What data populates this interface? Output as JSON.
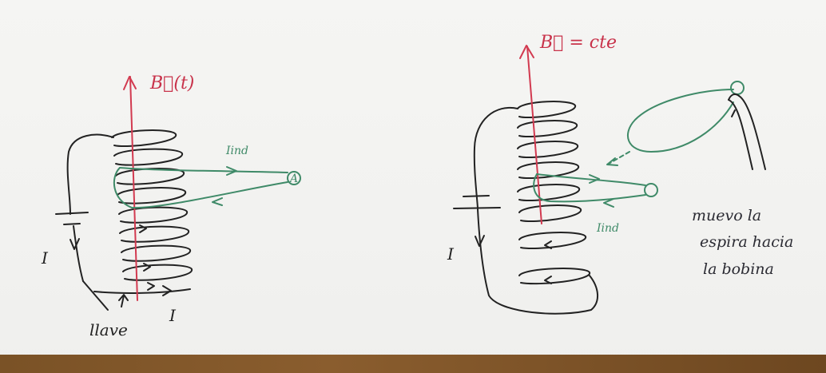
{
  "left_figure": {
    "field_label": "B⃗(t)",
    "induced_current_label": "Iind",
    "ammeter_label": "A",
    "current_label_battery": "I",
    "current_label_bottom": "I",
    "switch_label": "llave"
  },
  "right_figure": {
    "field_label": "B⃗ = cte",
    "induced_current_label": "Iind",
    "current_label_battery": "I",
    "note_lines": [
      "muevo la",
      "espira hacia",
      "la bobina"
    ]
  },
  "colors": {
    "coil_ink": "#222222",
    "field_ink": "#d23a50",
    "loop_ink": "#3f8a68",
    "paper": "#f3f3f1",
    "table_edge": "#7a5226"
  }
}
